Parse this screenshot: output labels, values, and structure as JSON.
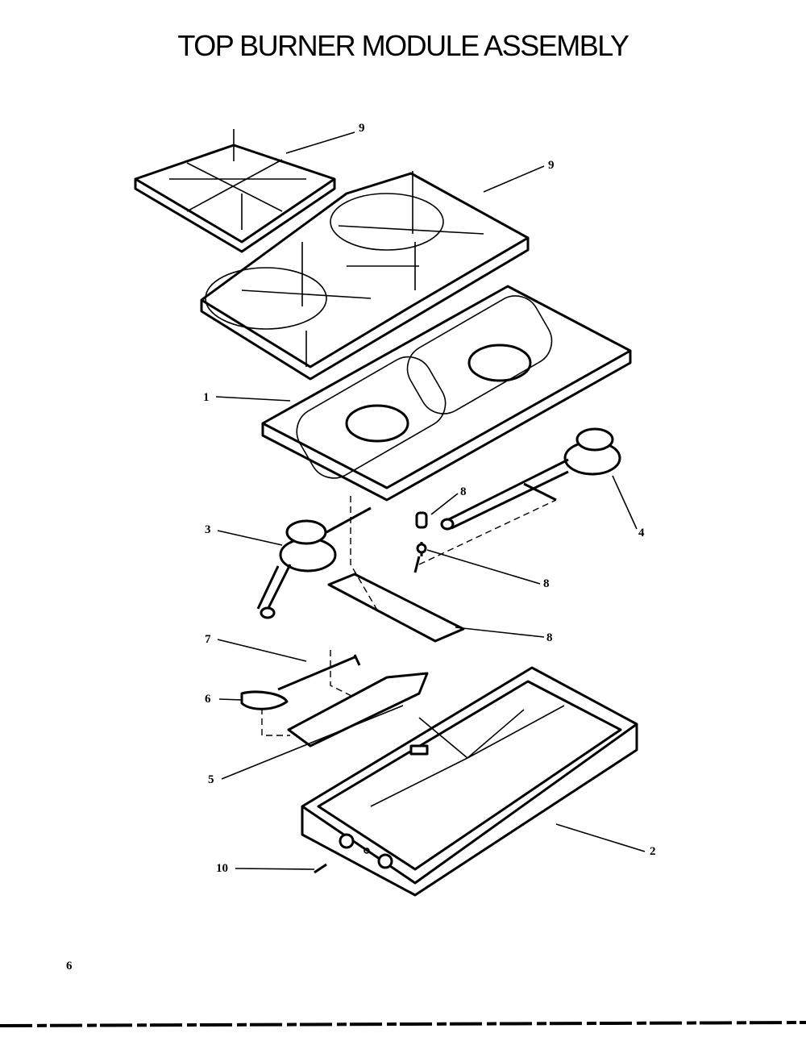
{
  "title": "TOP BURNER MODULE ASSEMBLY",
  "page_number": "6",
  "callouts": [
    {
      "id": "grate-small",
      "label": "9"
    },
    {
      "id": "grate-large",
      "label": "9"
    },
    {
      "id": "cooktop",
      "label": "1"
    },
    {
      "id": "electrode-cap",
      "label": "8"
    },
    {
      "id": "burner-left",
      "label": "3"
    },
    {
      "id": "burner-right",
      "label": "4"
    },
    {
      "id": "electrode",
      "label": "8"
    },
    {
      "id": "bracket",
      "label": "8"
    },
    {
      "id": "valve",
      "label": "7"
    },
    {
      "id": "clip",
      "label": "6"
    },
    {
      "id": "manifold-bracket",
      "label": "5"
    },
    {
      "id": "pan",
      "label": "2"
    },
    {
      "id": "fitting",
      "label": "10"
    }
  ]
}
